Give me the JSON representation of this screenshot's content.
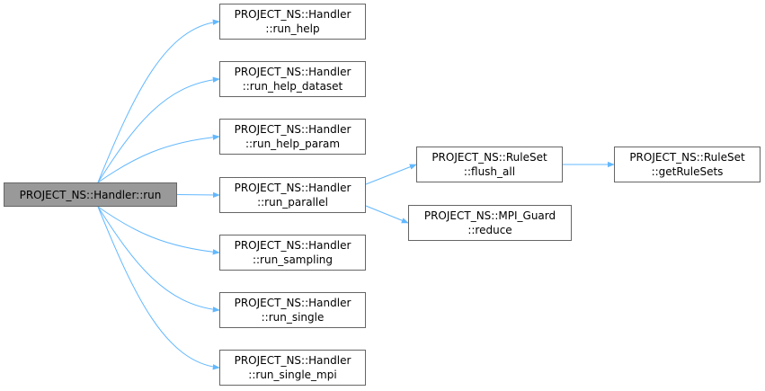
{
  "nodes": {
    "root": {
      "lines": [
        "PROJECT_NS::Handler::run"
      ],
      "highlight": true
    },
    "run_help": {
      "lines": [
        "PROJECT_NS::Handler",
        "::run_help"
      ]
    },
    "run_help_dataset": {
      "lines": [
        "PROJECT_NS::Handler",
        "::run_help_dataset"
      ]
    },
    "run_help_param": {
      "lines": [
        "PROJECT_NS::Handler",
        "::run_help_param"
      ]
    },
    "run_parallel": {
      "lines": [
        "PROJECT_NS::Handler",
        "::run_parallel"
      ]
    },
    "run_sampling": {
      "lines": [
        "PROJECT_NS::Handler",
        "::run_sampling"
      ]
    },
    "run_single": {
      "lines": [
        "PROJECT_NS::Handler",
        "::run_single"
      ]
    },
    "run_single_mpi": {
      "lines": [
        "PROJECT_NS::Handler",
        "::run_single_mpi"
      ]
    },
    "flush_all": {
      "lines": [
        "PROJECT_NS::RuleSet",
        "::flush_all"
      ]
    },
    "reduce": {
      "lines": [
        "PROJECT_NS::MPI_Guard",
        "::reduce"
      ]
    },
    "getRuleSets": {
      "lines": [
        "PROJECT_NS::RuleSet",
        "::getRuleSets"
      ]
    }
  },
  "edges": [
    [
      "root",
      "run_help"
    ],
    [
      "root",
      "run_help_dataset"
    ],
    [
      "root",
      "run_help_param"
    ],
    [
      "root",
      "run_parallel"
    ],
    [
      "root",
      "run_sampling"
    ],
    [
      "root",
      "run_single"
    ],
    [
      "root",
      "run_single_mpi"
    ],
    [
      "run_parallel",
      "flush_all"
    ],
    [
      "run_parallel",
      "reduce"
    ],
    [
      "flush_all",
      "getRuleSets"
    ]
  ],
  "colors": {
    "edge": "#63b8ff",
    "node_border": "#666666",
    "root_fill": "#999999"
  }
}
